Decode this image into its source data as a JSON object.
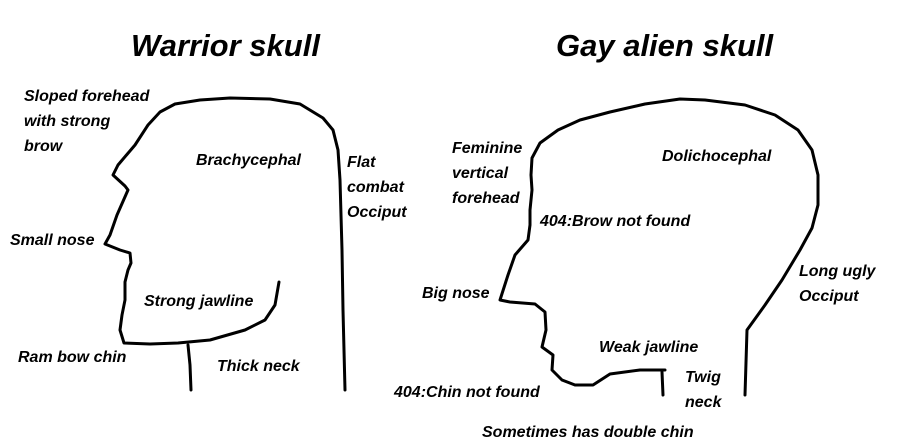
{
  "left": {
    "title": "Warrior skull",
    "labels": {
      "sloped_forehead": "Sloped forehead\nwith strong\nbrow",
      "brachycephal": "Brachycephal",
      "flat_occiput": "Flat\ncombat\nOcciput",
      "small_nose": "Small nose",
      "strong_jawline": "Strong jawline",
      "ram_bow_chin": "Ram bow chin",
      "thick_neck": "Thick neck"
    }
  },
  "right": {
    "title": "Gay alien skull",
    "labels": {
      "feminine_forehead": "Feminine\nvertical\nforehead",
      "dolichocephal": "Dolichocephal",
      "brow_not_found": "404:Brow not found",
      "big_nose": "Big nose",
      "long_occiput": "Long ugly\nOcciput",
      "weak_jawline": "Weak jawline",
      "chin_not_found": "404:Chin not found",
      "twig_neck": "Twig\nneck",
      "double_chin": "Sometimes has double chin"
    }
  }
}
